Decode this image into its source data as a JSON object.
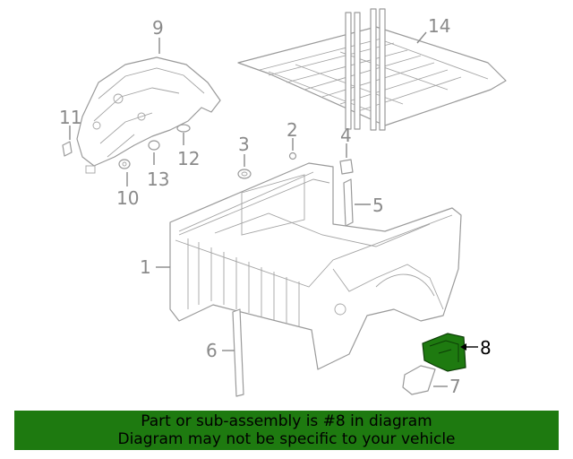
{
  "callouts": {
    "c1": "1",
    "c2": "2",
    "c3": "3",
    "c4": "4",
    "c5": "5",
    "c6": "6",
    "c7": "7",
    "c8": "8",
    "c9": "9",
    "c10": "10",
    "c11": "11",
    "c12": "12",
    "c13": "13",
    "c14": "14"
  },
  "highlight": {
    "part_number": "8",
    "color": "#1e7a10"
  },
  "banner": {
    "line1": "Part or sub-assembly is #8 in diagram",
    "line2": "Diagram may not be specific to your vehicle",
    "background": "#1e7a10"
  }
}
